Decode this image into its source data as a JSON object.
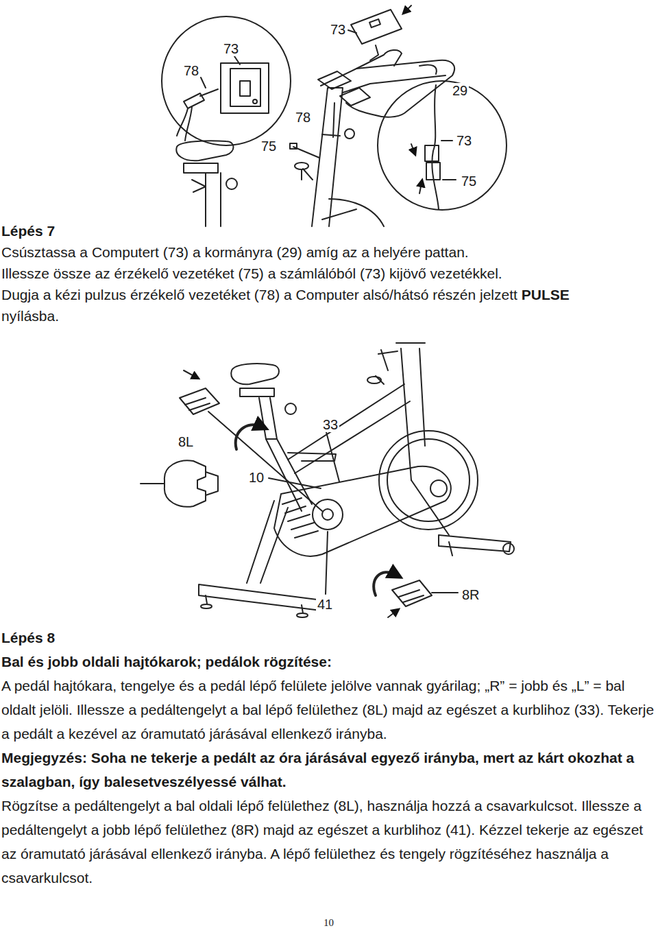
{
  "diagram": {
    "labels": [
      "73",
      "73",
      "78",
      "29",
      "78",
      "75",
      "73",
      "75",
      "Lépés 7",
      "Csúsztassa a Computert (73) a kormányra (29) amíg az a helyére pattan.",
      "Illessze össze az érzékelő vezetéket (75) a számlálóból (73) kijövő vezetékkel.",
      "Dugja a kézi pulzus érzékelő vezetéket (78) a Computer alsó/hátsó részén jelzett",
      "PULSE",
      "nyílásba.",
      "8L",
      "33",
      "10",
      "41",
      "8R",
      "Lépés 8",
      "Bal és jobb oldali hajtókarok; pedálok rögzítése:",
      "A pedál hajtókara, tengelye és a pedál lépő felülete jelölve vannak gyárilag; „R” = jobb és „L” = bal oldalt jelöli. Illessze a pedáltengelyt a bal lépő felülethez (8L) majd az egészet a kurblihoz (33). Tekerje a pedált a kezével az óramutató járásával ellenkező irányba.",
      "Megjegyzés: Soha ne tekerje a pedált az óra járásával egyező irányba, mert az kárt okozhat a szalagban, így balesetveszélyessé válhat.",
      "Rögzítse a pedáltengelyt a bal oldali lépő felülethez (8L), használja hozzá a csavarkulcsot. Illessze a pedáltengelyt a jobb lépő felülethez (8R) majd az egészet a kurblihoz (41). Kézzel tekerje az egészet az óramutató járásával ellenkező irányba. A lépő felülethez és tengely rögzítéséhez használja a csavarkulcsot.",
      "10"
    ]
  }
}
